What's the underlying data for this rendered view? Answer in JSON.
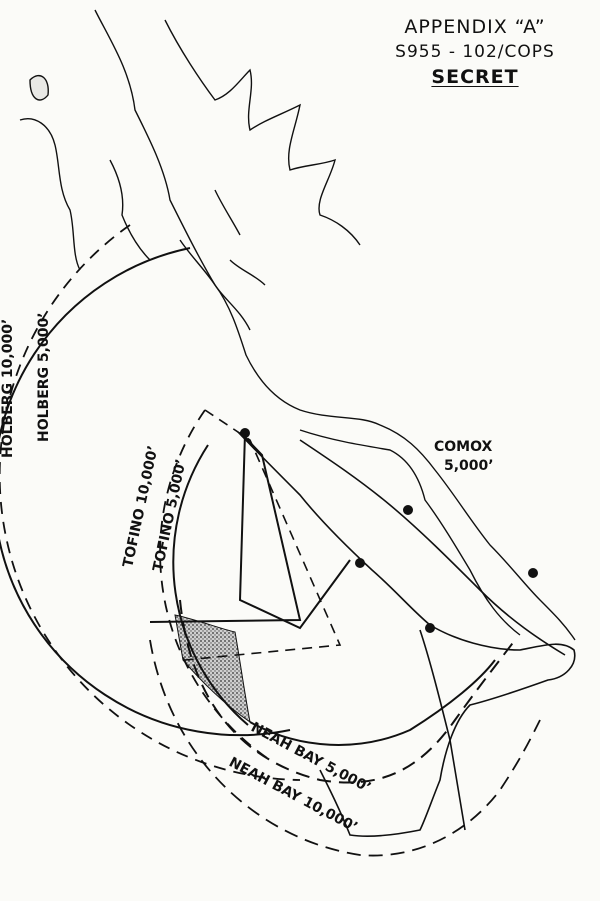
{
  "header": {
    "line1": "APPENDIX “A”",
    "line2": "S955 - 102/COPS",
    "line3": "SECRET"
  },
  "labels": {
    "holberg_10000": "HOLBERG 10,000’",
    "holberg_5000": "HOLBERG 5,000’",
    "tofino_10000": "TOFINO 10,000’",
    "tofino_5000": "TOFINO 5,000’",
    "comox_name": "COMOX",
    "comox_alt": "5,000’",
    "neah_5000": "NEAH BAY 5,000’",
    "neah_10000": "NEAH BAY 10,000’"
  },
  "colors": {
    "ink": "#111111",
    "paper": "#fbfbf8",
    "shading": "#555555"
  }
}
